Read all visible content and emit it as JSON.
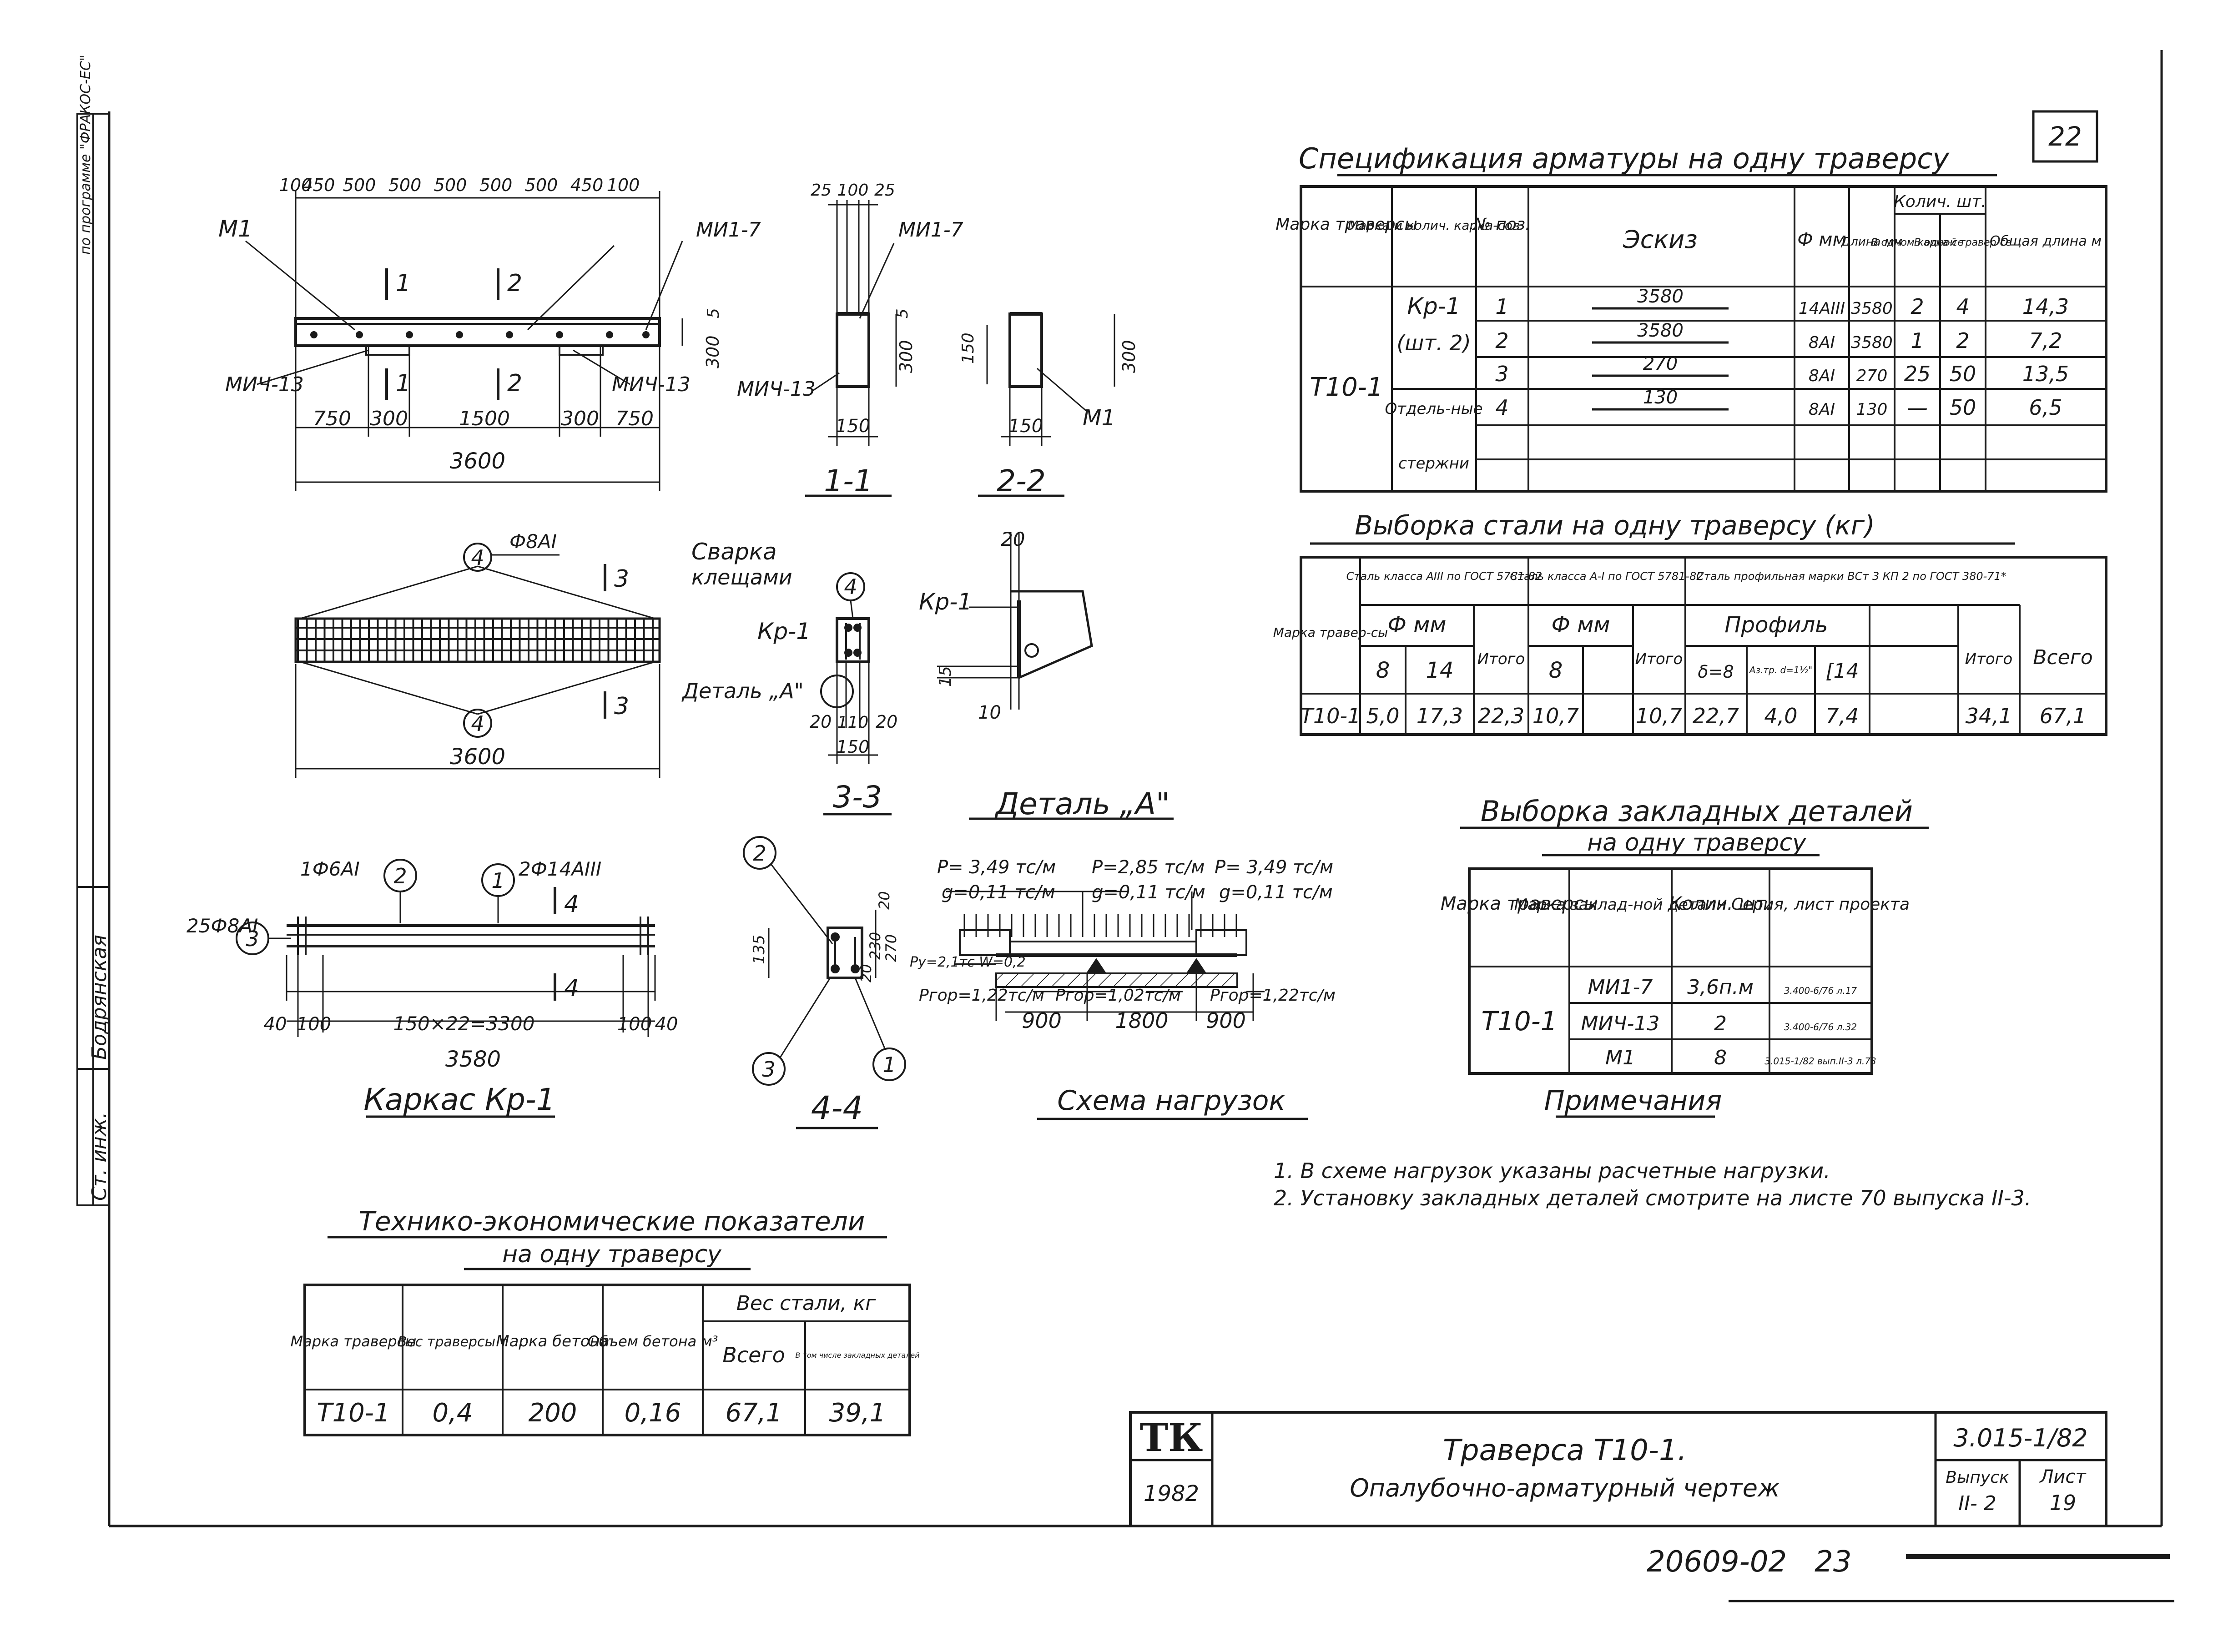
{
  "page_number": "22",
  "side_stamp": {
    "program": "по программе \"ФРАКОС-ЕС\"",
    "row1": "Ст. инж.",
    "row2": "Бодрянская"
  },
  "drawing1": {
    "top_dims": [
      "100",
      "450",
      "500",
      "500",
      "500",
      "500",
      "500",
      "450",
      "100"
    ],
    "labels": [
      "М1",
      "МИ1-7",
      "МИЧ-13",
      "МИЧ-13"
    ],
    "sections": [
      "1",
      "2",
      "1",
      "2"
    ],
    "side_dims": [
      "5",
      "300"
    ],
    "bottom_dims": [
      "750",
      "300",
      "1500",
      "300",
      "750"
    ],
    "total": "3600"
  },
  "section11": {
    "top_dims": [
      "25",
      "100",
      "25"
    ],
    "labels": [
      "МИ1-7",
      "МИЧ-13"
    ],
    "dims": [
      "5",
      "300",
      "150"
    ],
    "title": "1-1"
  },
  "section22": {
    "dims": [
      "150",
      "300",
      "150"
    ],
    "label": "М1",
    "title": "2-2"
  },
  "drawing3": {
    "balloon": "4",
    "bar": "Ф8АI",
    "section": "3",
    "total": "3600"
  },
  "section33": {
    "weld1": "Сварка",
    "weld2": "клещами",
    "balloon": "4",
    "kp": "Кр-1",
    "detail": "Деталь „А\"",
    "dims": [
      "20",
      "110",
      "20",
      "150"
    ],
    "title": "3-3"
  },
  "detailA": {
    "kp": "Кр-1",
    "dims": [
      "20",
      "15",
      "10"
    ],
    "title": "Деталь „А\""
  },
  "karkas": {
    "b2": "2",
    "b1": "1",
    "b3": "3",
    "lbl2": "1Ф6АI",
    "lbl1": "2Ф14АIII",
    "lbl3": "25Ф8АI",
    "section": "4",
    "dims": [
      "40",
      "100",
      "150×22=3300",
      "100",
      "40"
    ],
    "total": "3580",
    "title": "Каркас Кр-1"
  },
  "section44": {
    "b1": "1",
    "b2": "2",
    "b3": "3",
    "dims": [
      "135",
      "20",
      "230",
      "20",
      "270"
    ],
    "title": "4-4"
  },
  "loads": {
    "p1": "P= 3,49 тс/м",
    "g1": "g=0,11 тс/м",
    "p2": "P=2,85 тс/м",
    "g2": "g=0,11 тс/м",
    "p3": "P= 3,49 тс/м",
    "g3": "g=0,11 тс/м",
    "py": "Py=2,1тс W=0,2",
    "r1": "Pгор=1,22тс/м",
    "r2": "Pгор=1,02тс/м",
    "r3": "Pгор=1,22тс/м",
    "dims": [
      "900",
      "1800",
      "900"
    ],
    "title": "Схема нагрузок"
  },
  "spec": {
    "title": "Спецификация арматуры на одну траверсу",
    "headers": [
      "Марка траверсы",
      "Марка и колич. карка-сов",
      "№ поз.",
      "Эскиз",
      "Ф мм",
      "Длина мм",
      "Колич. шт.",
      "В одном карка-се",
      "В одной травер-се",
      "Общая длина м"
    ],
    "traverse": "Т10-1",
    "group1": [
      "Кр-1",
      "(шт. 2)"
    ],
    "group2": [
      "Отдель-ные",
      "стержни"
    ],
    "rows": [
      {
        "pos": "1",
        "sketch": "3580",
        "d": "14АIII",
        "len": "3580",
        "n1": "2",
        "n2": "4",
        "total": "14,3"
      },
      {
        "pos": "2",
        "sketch": "3580",
        "d": "8АI",
        "len": "3580",
        "n1": "1",
        "n2": "2",
        "total": "7,2"
      },
      {
        "pos": "3",
        "sketch": "270",
        "d": "8АI",
        "len": "270",
        "n1": "25",
        "n2": "50",
        "total": "13,5"
      },
      {
        "pos": "4",
        "sketch": "130",
        "d": "8АI",
        "len": "130",
        "n1": "—",
        "n2": "50",
        "total": "6,5"
      }
    ]
  },
  "steel": {
    "title": "Выборка стали на одну траверсу (кг)",
    "h_mark": "Марка травер-сы",
    "h_c1": "Сталь класса АIII по ГОСТ 5781-82",
    "h_c2": "Сталь класса А-I по ГОСТ 5781-82",
    "h_c3": "Сталь профильная марки ВСт 3 КП 2 по ГОСТ 380-71*",
    "h_fmm": "Ф мм",
    "h_prof": "Профиль",
    "h_itogo": "Итого",
    "h_vsego": "Всего",
    "sub": [
      "8",
      "14",
      "8",
      "δ=8",
      "Аз.тр. d=1½\"",
      "[14"
    ],
    "row": [
      "Т10-1",
      "5,0",
      "17,3",
      "",
      "22,3",
      "10,7",
      "",
      "10,7",
      "22,7",
      "4,0",
      "7,4",
      "",
      "34,1",
      "67,1"
    ]
  },
  "embed": {
    "title1": "Выборка закладных деталей",
    "title2": "на одну траверсу",
    "headers": [
      "Марка траверсы",
      "Марка заклад-ной детали",
      "Колич. шт.",
      "Серия, лист проекта"
    ],
    "traverse": "Т10-1",
    "rows": [
      {
        "mark": "МИ1-7",
        "qty": "3,6п.м",
        "ref": "3.400-6/76 л.17"
      },
      {
        "mark": "МИЧ-13",
        "qty": "2",
        "ref": "3.400-6/76 л.32"
      },
      {
        "mark": "М1",
        "qty": "8",
        "ref": "3.015-1/82 вып.II-3 л.73"
      }
    ]
  },
  "notes": {
    "title": "Примечания",
    "items": [
      "1. В схеме нагрузок указаны расчетные нагрузки.",
      "2. Установку закладных деталей смотрите на листе 70 выпуска II-3."
    ]
  },
  "tech": {
    "title1": "Технико-экономические показатели",
    "title2": "на одну траверсу",
    "headers": [
      "Марка траверсы",
      "Вес траверсы т",
      "Марка бетона",
      "Объем бетона м³",
      "Вес стали, кг",
      "Всего",
      "В том числе закладных деталей"
    ],
    "row": [
      "Т10-1",
      "0,4",
      "200",
      "0,16",
      "67,1",
      "39,1"
    ]
  },
  "title_block": {
    "logo": "ТК",
    "year": "1982",
    "name1": "Траверса Т10-1.",
    "name2": "Опалубочно-арматурный чертеж",
    "series": "3.015-1/82",
    "h_issue": "Выпуск",
    "h_sheet": "Лист",
    "issue": "II- 2",
    "sheet": "19"
  },
  "footer_code": "20609-02   23"
}
